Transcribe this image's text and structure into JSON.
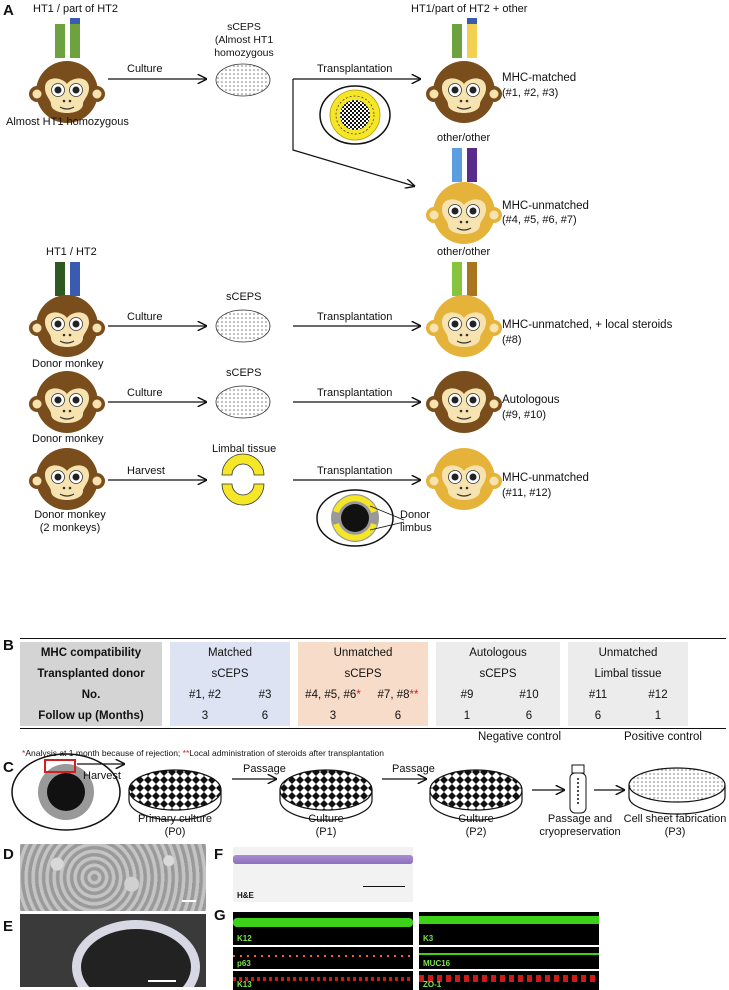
{
  "panels": {
    "a": "A",
    "b": "B",
    "c": "C",
    "d": "D",
    "e": "E",
    "f": "F",
    "g": "G"
  },
  "panel_a": {
    "donor1_haplotype": "HT1 / part of HT2",
    "donor1_caption": "Almost HT1 homozygous",
    "culture": "Culture",
    "transplantation": "Transplantation",
    "harvest": "Harvest",
    "sceps1": "sCEPS\n(Almost HT1\nhomozygous",
    "sceps": "sCEPS",
    "limbal_tissue": "Limbal tissue",
    "recipient1_haplotype": "HT1/part of HT2 + other",
    "recipient1_label": "MHC-matched",
    "recipient1_ids": "(#1, #2, #3)",
    "recipient2_haplotype": "other/other",
    "recipient2_label": "MHC-unmatched",
    "recipient2_ids": "(#4, #5, #6, #7)",
    "donor2_haplotype": "HT1 / HT2",
    "donor_monkey": "Donor monkey",
    "donor_monkey_2": "Donor monkey\n(2 monkeys)",
    "recipient3_haplotype": "other/other",
    "recipient3_label": "MHC-unmatched, + local steroids",
    "recipient3_ids": "(#8)",
    "recipient4_label": "Autologous",
    "recipient4_ids": "(#9, #10)",
    "recipient5_label": "MHC-unmatched",
    "recipient5_ids": "(#11, #12)",
    "donor_limbus": "Donor\nlimbus"
  },
  "panel_b": {
    "row_headers": [
      "MHC compatibility",
      "Transplanted donor",
      "No.",
      "Follow up (Months)"
    ],
    "groups": [
      {
        "compat": "Matched",
        "donor": "sCEPS",
        "nos": [
          "#1, #2",
          "#3"
        ],
        "months": [
          "3",
          "6"
        ]
      },
      {
        "compat": "Unmatched",
        "donor": "sCEPS",
        "nos": [
          "#4, #5, #6",
          "#7, #8"
        ],
        "months": [
          "3",
          "6"
        ]
      },
      {
        "compat": "Autologous",
        "donor": "sCEPS",
        "nos": [
          "#9",
          "#10"
        ],
        "months": [
          "1",
          "6"
        ]
      },
      {
        "compat": "Unmatched",
        "donor": "Limbal tissue",
        "nos": [
          "#11",
          "#12"
        ],
        "months": [
          "6",
          "1"
        ]
      }
    ],
    "star1": "*",
    "star2": "**",
    "negative_control": "Negative control",
    "positive_control": "Positive control",
    "footnote_star1": "*",
    "footnote_text1": "Analysis at 1 month because of rejection; ",
    "footnote_star2": "**",
    "footnote_text2": "Local administration of steroids after transplantation"
  },
  "panel_c": {
    "harvest": "Harvest",
    "passage": "Passage",
    "step1": "Primary culture\n(P0)",
    "step2": "Culture\n(P1)",
    "step3": "Culture\n(P2)",
    "step4": "Passage and\ncryopreservation",
    "step5": "Cell sheet fabrication\n(P3)"
  },
  "panel_fg": {
    "he": "H&E",
    "k12": "K12",
    "k3": "K3",
    "p63": "p63",
    "muc16": "MUC16",
    "k13": "K13",
    "zo1": "ZO-1"
  },
  "colors": {
    "monkey_brown": "#7a4e1c",
    "monkey_gold": "#e6b33a",
    "face": "#f6e3b0",
    "green": "#6ea23e",
    "blue": "#3a5bb0",
    "yellow": "#f3d052",
    "light_blue": "#5b9fe0",
    "purple": "#5a2a8c",
    "dark_green": "#2e5a22",
    "lime": "#86c43e",
    "bronze": "#a8761e"
  }
}
